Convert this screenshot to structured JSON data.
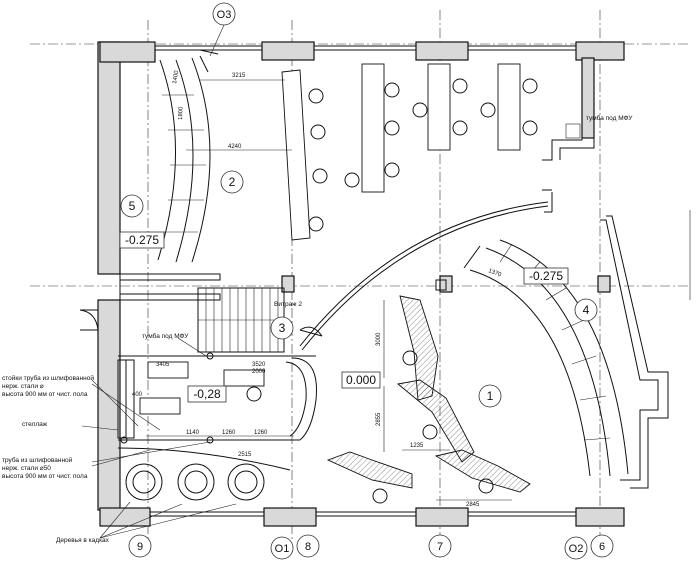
{
  "axes": {
    "top_O3": "О3",
    "bottom_9": "9",
    "bottom_O1": "О1",
    "bottom_8": "8",
    "bottom_7": "7",
    "bottom_O2": "О2",
    "bottom_6": "6"
  },
  "rooms": {
    "r1": "1",
    "r2": "2",
    "r3": "3",
    "r4": "4",
    "r5": "5"
  },
  "levels": {
    "left": "-0.275",
    "right": "-0.275",
    "center": "0.000",
    "lower_left": "-0,28"
  },
  "labels": {
    "mfu_top": "тумба под МФУ",
    "mfu_mid": "тумба под МФУ",
    "vitrazh": "Витраж 2",
    "stand_l1": "стойки труба из шлифованной",
    "stand_l2": "нерж. стали ⌀",
    "stand_l3": "высота 900 мм от чист. пола",
    "shelf": "стеллаж",
    "pipe_l1": "труба из шлифованной",
    "pipe_l2": "нерж. стали ⌀50",
    "pipe_l3": "высота 900 мм от чист. пола",
    "trees": "Деревья в кадках"
  },
  "dims": {
    "d3215": "3215",
    "d4240": "4240",
    "d3000": "3000",
    "d2855": "2855",
    "d1235": "1235",
    "d2845": "2845",
    "d3520": "3520",
    "d3405": "3405",
    "d2000": "2000",
    "d1260a": "1260",
    "d1260b": "1260",
    "d1140": "1140",
    "d2515": "2515",
    "d1400": "1400",
    "d1800": "1800",
    "d1370": "1370",
    "d400": "400"
  }
}
